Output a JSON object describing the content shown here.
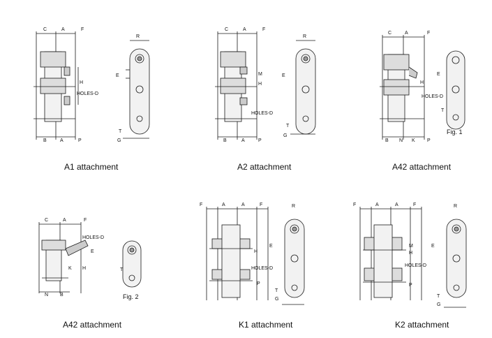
{
  "captions": {
    "a1": "A1 attachment",
    "a2": "A2 attachment",
    "a42_fig1": "A42 attachment",
    "a42_fig2": "A42 attachment",
    "k1": "K1 attachment",
    "k2": "K2 attachment"
  },
  "figure_labels": {
    "fig1": "Fig. 1",
    "fig2": "Fig. 2"
  },
  "dims": {
    "C": "C",
    "A": "A",
    "F": "F",
    "R": "R",
    "H": "H",
    "E": "E",
    "M": "M",
    "T": "T",
    "G": "G",
    "B": "B",
    "P": "P",
    "N": "N",
    "K": "K",
    "holes": "HOLES-D"
  },
  "colors": {
    "line": "#1a1a1a",
    "fill": "#e9e9e9",
    "dark": "#555555"
  }
}
